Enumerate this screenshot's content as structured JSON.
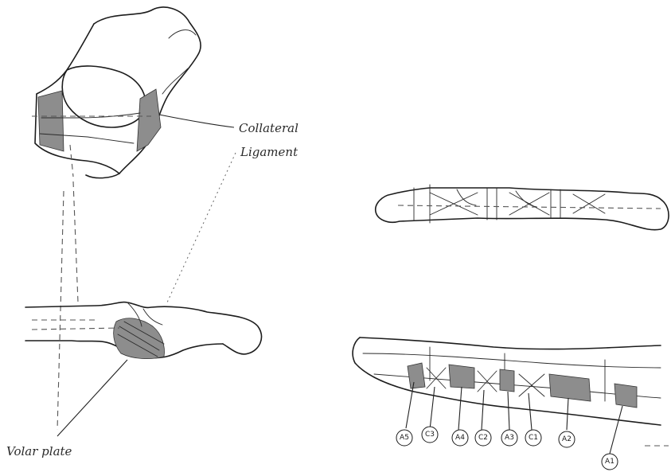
{
  "labels": {
    "collateral_ligament": [
      "Collateral",
      "Ligament"
    ],
    "volar_plate": "Volar plate"
  },
  "pulleys": [
    "A5",
    "C3",
    "A4",
    "C2",
    "A3",
    "C1",
    "A2",
    "A1"
  ]
}
